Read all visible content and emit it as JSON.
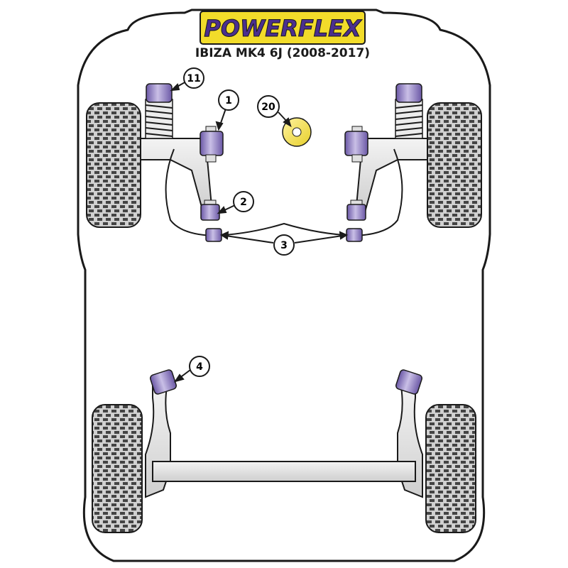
{
  "brand": {
    "logo_text": "POWERFLEX",
    "logo_colors": {
      "badge": "#f2dc2a",
      "text": "#4b2f8f",
      "outline": "#1a1a1a"
    }
  },
  "subtitle": "IBIZA MK4 6J (2008-2017)",
  "colors": {
    "bushing": "#a89bd0",
    "bushing_dark": "#5b4894",
    "bushing_light": "#d7d0ea",
    "arm": "#e2e2e2",
    "outline": "#1a1a1a",
    "tire": "#d9d9d9",
    "tread": "#4a4a4a",
    "special_bushing": "#f3e24a"
  },
  "callouts": [
    {
      "id": "11",
      "label": "11"
    },
    {
      "id": "1",
      "label": "1"
    },
    {
      "id": "20",
      "label": "20"
    },
    {
      "id": "2",
      "label": "2"
    },
    {
      "id": "3",
      "label": "3"
    },
    {
      "id": "4",
      "label": "4"
    }
  ]
}
